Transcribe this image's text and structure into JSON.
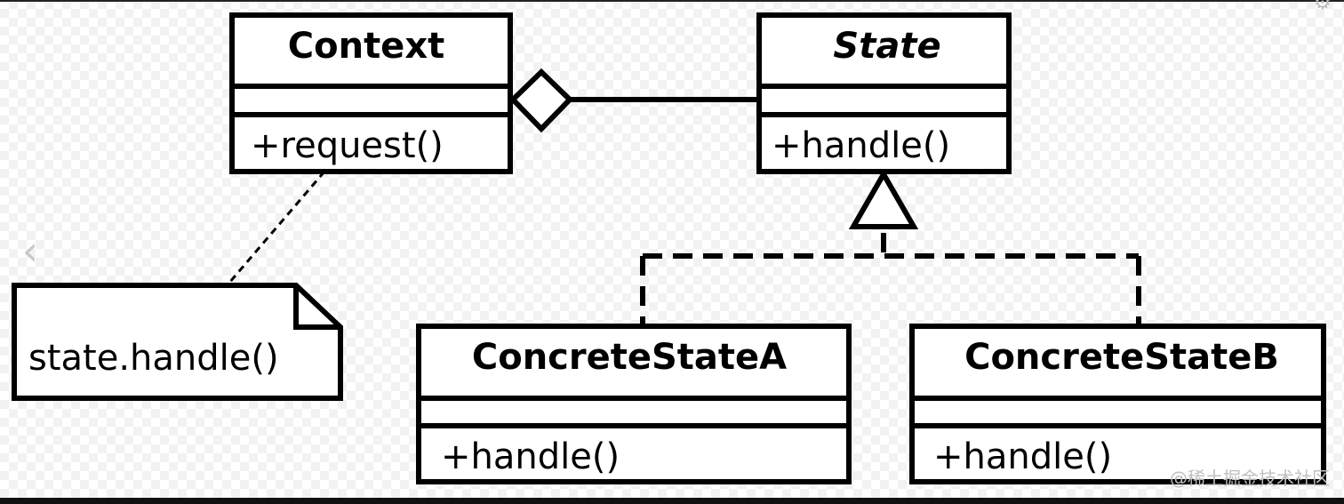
{
  "diagram": {
    "classes": {
      "context": {
        "name": "Context",
        "method": "+request()"
      },
      "state": {
        "name": "State",
        "method": "+handle()"
      },
      "concrete_a": {
        "name": "ConcreteStateA",
        "method": "+handle()"
      },
      "concrete_b": {
        "name": "ConcreteStateB",
        "method": "+handle()"
      }
    },
    "note": {
      "text": "state.handle()"
    }
  },
  "ui": {
    "nav_prev_glyph": "‹",
    "settings_icon": "gear-icon",
    "watermark": "@稀土掘金技术社区"
  }
}
